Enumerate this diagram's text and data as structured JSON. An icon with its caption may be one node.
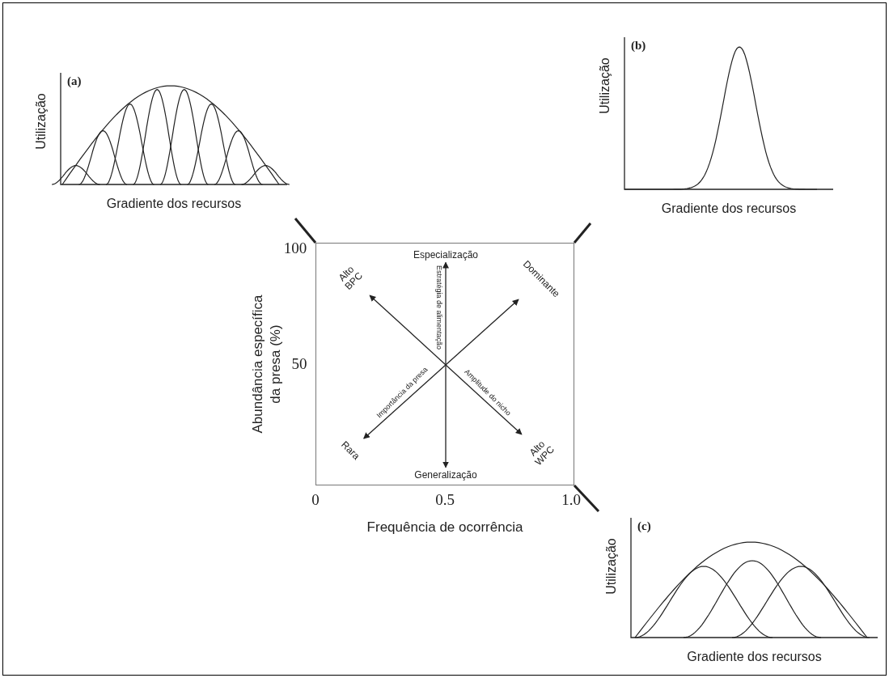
{
  "diagram": {
    "nodes": [
      {
        "text": [
          "(a)",
          "Utilização",
          "Gradiente dos recursos"
        ]
      },
      {
        "text": [
          "(b)",
          "Utilização",
          "Gradiente dos recursos"
        ]
      },
      {
        "text": [],
        "shape": "box"
      },
      {
        "text": [
          "Especialização"
        ],
        "in": 2
      },
      {
        "text": [
          "Alto BPC"
        ],
        "in": 2
      },
      {
        "text": [
          "Dominante"
        ],
        "in": 2
      },
      {
        "text": [
          "Rara"
        ],
        "in": 2
      },
      {
        "text": [
          "Alto WPC"
        ],
        "in": 2
      },
      {
        "text": [
          "Generalização"
        ],
        "in": 2
      },
      {
        "text": [
          "(c)",
          "Utilização",
          "Gradiente dos recursos"
        ]
      }
    ],
    "edges": [
      {
        "from": 2,
        "to": 0,
        "arrow": "none",
        "style": "thick"
      },
      {
        "from": 2,
        "to": 1,
        "arrow": "none",
        "style": "thick"
      },
      {
        "from": 2,
        "to": 9,
        "arrow": "none",
        "style": "thick"
      },
      {
        "from": 8,
        "to": 3,
        "arrow": "both",
        "label": "Estratégia de alimentação"
      },
      {
        "from": 7,
        "to": 4,
        "arrow": "both",
        "label": "Amplitude do nicho"
      },
      {
        "from": 6,
        "to": 5,
        "arrow": "both",
        "label": "Importância da presa"
      }
    ],
    "labels": [
      "100",
      "Abundância específica da presa (%)",
      "50",
      "0",
      "0.5",
      "1.0",
      "Frequência de ocorrência"
    ]
  }
}
